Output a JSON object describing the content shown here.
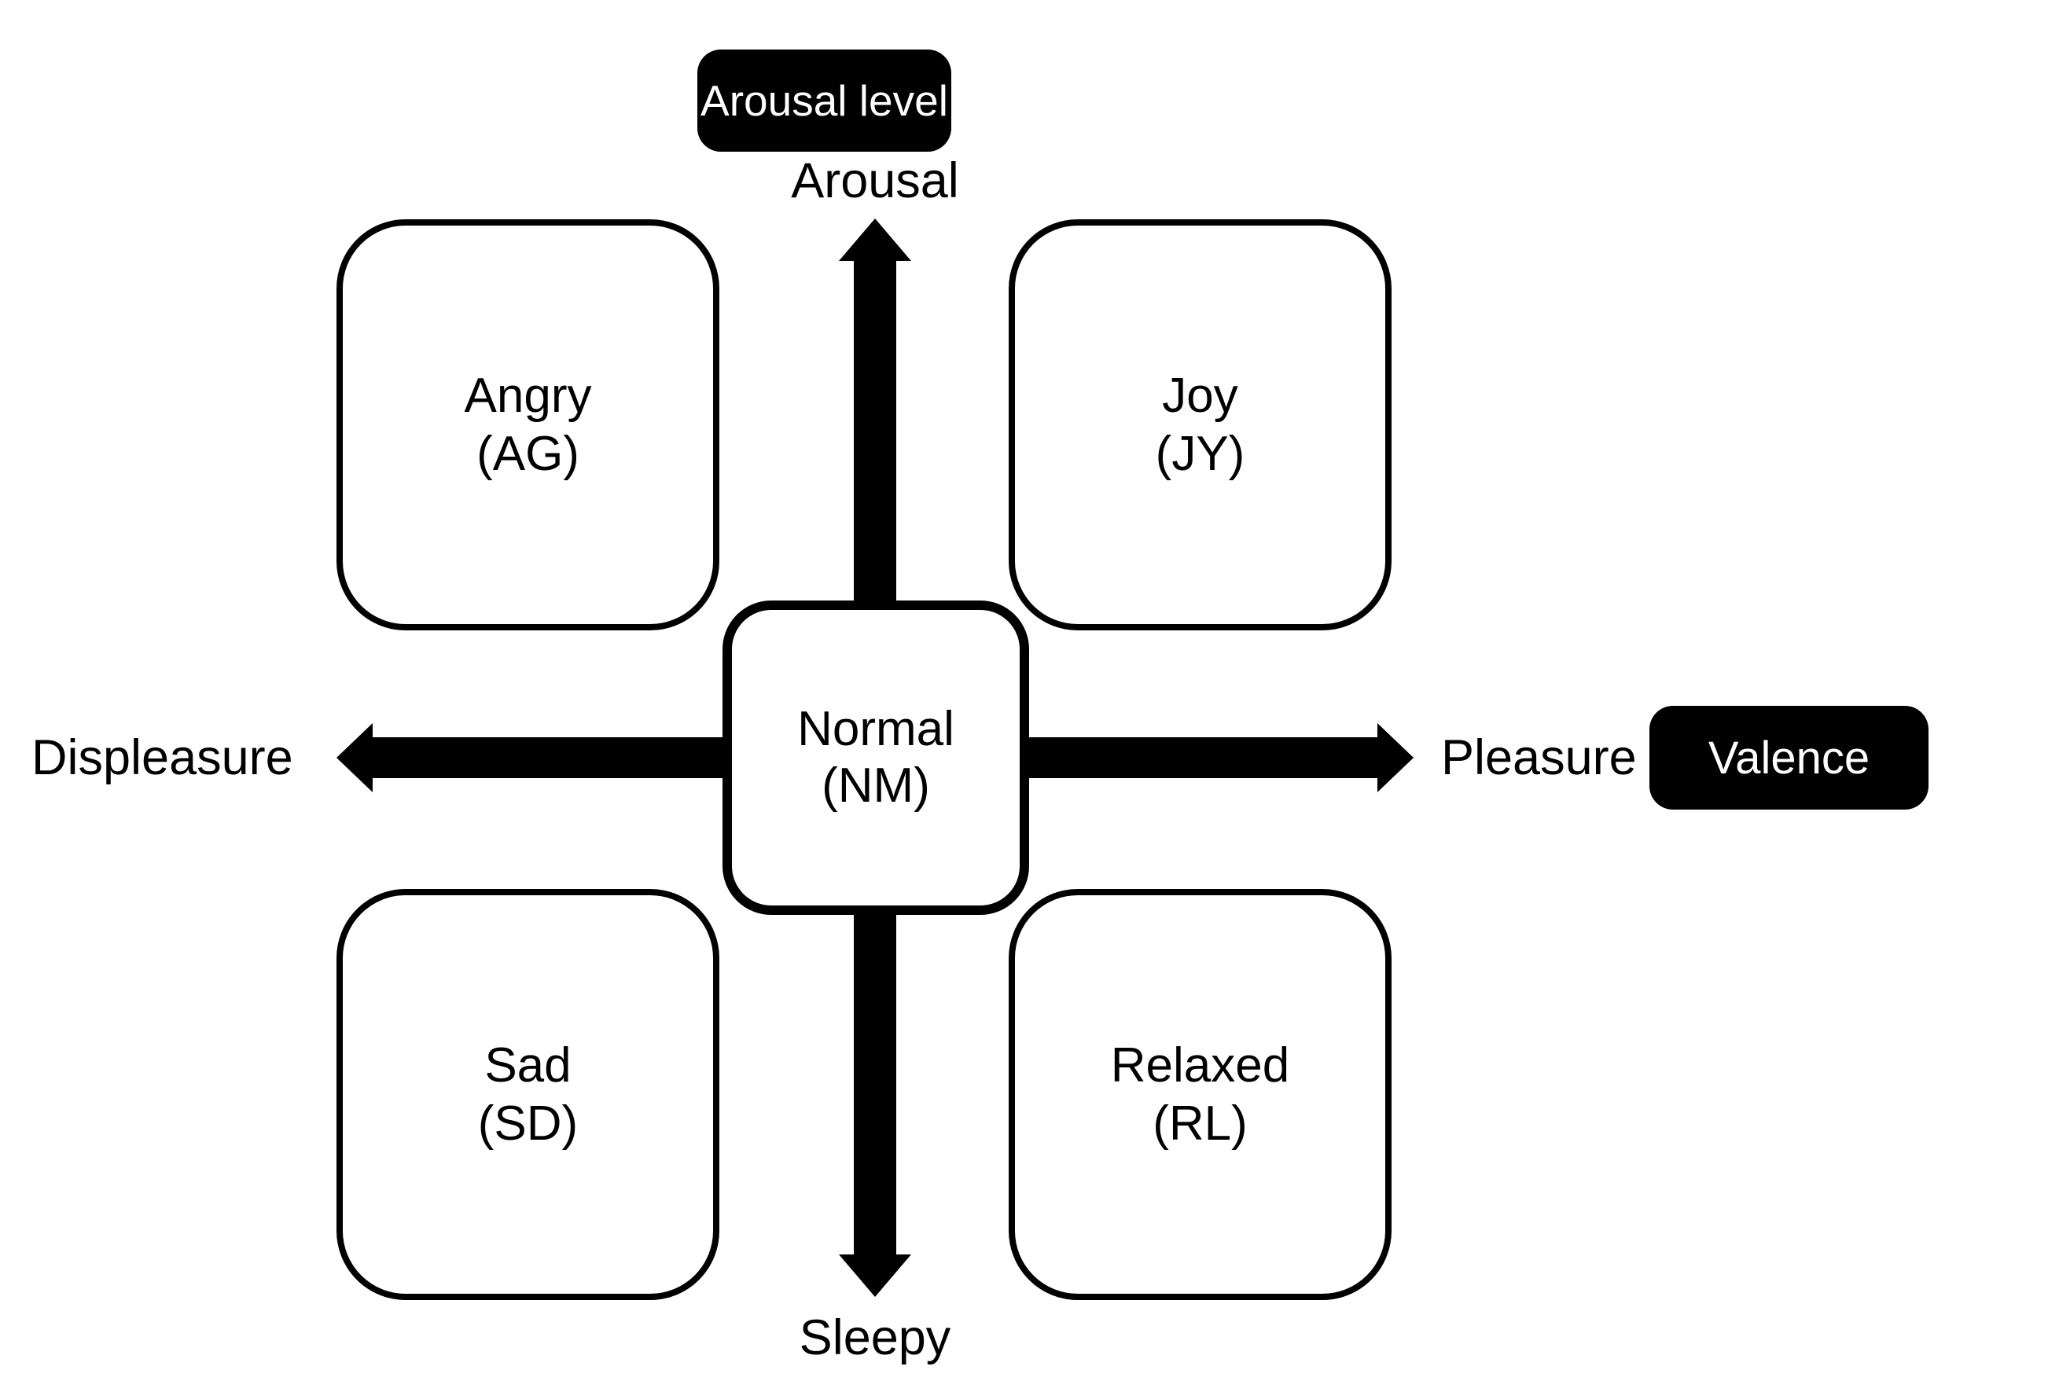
{
  "diagram": {
    "colors": {
      "background": "#ffffff",
      "shape": "#000000",
      "box_fill": "#ffffff",
      "badge_fill": "#000000",
      "badge_text": "#ffffff"
    },
    "vertical_axis": {
      "badge": "Arousal level",
      "positive_label": "Arousal",
      "negative_label": "Sleepy",
      "arrow_icon": "double-headed-vertical-arrow"
    },
    "horizontal_axis": {
      "badge": "Valence",
      "negative_label": "Displeasure",
      "positive_label": "Pleasure",
      "arrow_icon": "double-headed-horizontal-arrow"
    },
    "quadrants": [
      {
        "name": "Angry",
        "code": "(AG)",
        "position": "top-left"
      },
      {
        "name": "Joy",
        "code": "(JY)",
        "position": "top-right"
      },
      {
        "name": "Sad",
        "code": "(SD)",
        "position": "bottom-left"
      },
      {
        "name": "Relaxed",
        "code": "(RL)",
        "position": "bottom-right"
      }
    ],
    "center": {
      "name": "Normal",
      "code": "(NM)"
    }
  }
}
